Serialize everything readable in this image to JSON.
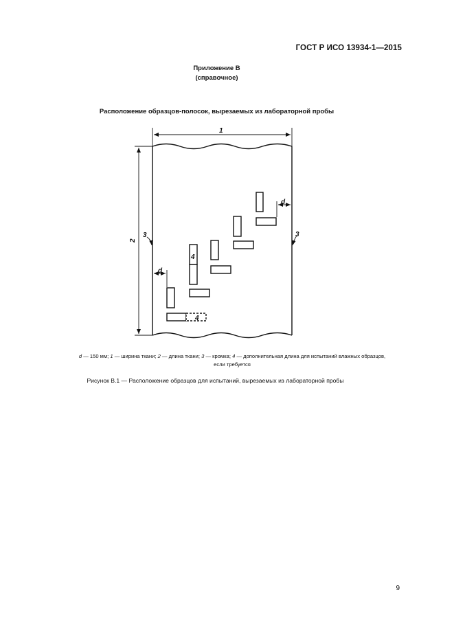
{
  "header": {
    "standard_code": "ГОСТ Р ИСО 13934-1—2015"
  },
  "appendix": {
    "title": "Приложение В",
    "subtitle": "(справочное)"
  },
  "figure": {
    "heading": "Расположение образцов-полосок, вырезаемых из лабораторной пробы",
    "labels": {
      "width": "1",
      "length": "2",
      "selvage_left": "3",
      "selvage_right": "3",
      "extra_length_left": "4",
      "extra_length_right": "4",
      "d_left": "d",
      "d_right": "d"
    },
    "legend": {
      "d_symbol": "d",
      "d_text": " — 150 мм; ",
      "n1": "1",
      "t1": " — ширина ткани; ",
      "n2": "2",
      "t2": " — длина ткани; ",
      "n3": "3",
      "t3": " — кромка; ",
      "n4": "4",
      "t4": " — дополнительная длина для испытаний влажных образцов,",
      "line2": "если требуется"
    },
    "caption": "Рисунок В.1 — Расположение образцов для испытаний, вырезаемых из лабораторной пробы"
  },
  "footer": {
    "page_number": "9"
  }
}
